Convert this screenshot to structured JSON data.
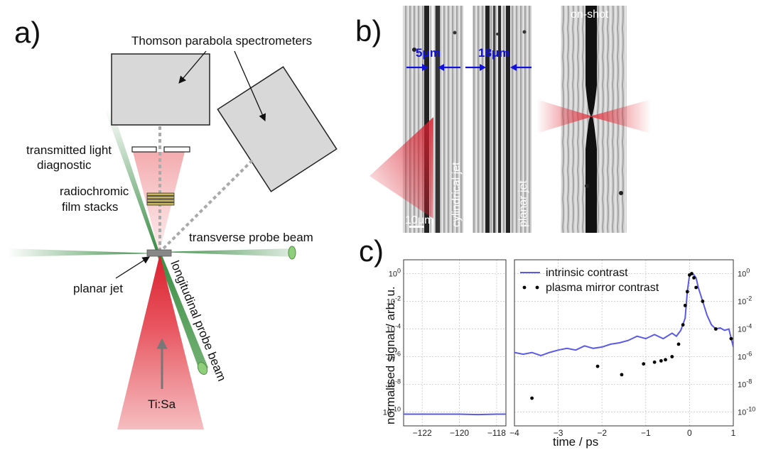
{
  "panel_a": {
    "label": "a)",
    "spectrometers": "Thomson parabola spectrometers",
    "transmitted_1": "transmitted light",
    "transmitted_2": "diagnostic",
    "radiochromic_1": "radiochromic",
    "radiochromic_2": "film stacks",
    "transverse": "transverse probe beam",
    "longitudinal": "longitudinal probe beam",
    "planar_jet": "planar jet",
    "laser": "Ti:Sa"
  },
  "panel_b": {
    "label": "b)",
    "width_cyl": "5μm",
    "width_planar": "18μm",
    "on_shot": "on-shot",
    "cylindrical_jet": "cylindrical jet",
    "planar_jet": "planar jet",
    "scale_bar": "10μm"
  },
  "panel_c": {
    "label": "c)",
    "ylabel": "normalised signal / arb. u.",
    "xlabel": "time / ps",
    "legend_intrinsic": "intrinsic contrast",
    "legend_plasma": "plasma mirror contrast",
    "left_xticks": [
      "−122",
      "−120",
      "−118"
    ],
    "right_xticks": [
      "−4",
      "−3",
      "−2",
      "−1",
      "0",
      "1"
    ],
    "yticks": [
      {
        "base": "10",
        "exp": "0"
      },
      {
        "base": "10",
        "exp": "-2"
      },
      {
        "base": "10",
        "exp": "-4"
      },
      {
        "base": "10",
        "exp": "-6"
      },
      {
        "base": "10",
        "exp": "-8"
      },
      {
        "base": "10",
        "exp": "-10"
      }
    ]
  },
  "chart_data": {
    "type": "line",
    "xlabel": "time / ps",
    "ylabel": "normalised signal / arb. u.",
    "y_scale": "log",
    "ylim": [
      1e-11,
      10
    ],
    "grid": true,
    "legend_placement": "top-left of right axes",
    "left_axes_xlim": [
      -123,
      -117.5
    ],
    "right_axes_xlim": [
      -4,
      1
    ],
    "series": [
      {
        "name": "intrinsic contrast",
        "color": "#5a5ae6",
        "segments": [
          {
            "x": [
              -123,
              -122,
              -121,
              -120,
              -119,
              -118,
              -117.5
            ],
            "y": [
              7e-11,
              7e-11,
              7e-11,
              7e-11,
              6.5e-11,
              7e-11,
              7e-11
            ]
          },
          {
            "x": [
              -4,
              -3.8,
              -3.6,
              -3.4,
              -3.2,
              -3,
              -2.8,
              -2.6,
              -2.4,
              -2.2,
              -2,
              -1.8,
              -1.6,
              -1.4,
              -1.2,
              -1,
              -0.8,
              -0.6,
              -0.4,
              -0.3,
              -0.2,
              -0.1,
              -0.05,
              0,
              0.05,
              0.1,
              0.15,
              0.2,
              0.3,
              0.4,
              0.5,
              0.6,
              0.7,
              0.8,
              0.9,
              1
            ],
            "y": [
              2e-06,
              1.5e-06,
              2e-06,
              1.2e-06,
              2e-06,
              3e-06,
              4e-06,
              3e-06,
              6e-06,
              4e-06,
              5e-06,
              8e-06,
              1e-05,
              1.5e-05,
              3e-05,
              2e-05,
              4e-05,
              2e-05,
              5e-05,
              3e-05,
              8e-05,
              0.0006,
              0.05,
              0.8,
              1.0,
              0.8,
              0.5,
              0.1,
              0.01,
              0.001,
              0.0002,
              0.0001,
              0.00012,
              8e-05,
              0.0001,
              5e-06
            ]
          }
        ]
      },
      {
        "name": "plasma mirror contrast",
        "color": "#000000",
        "x": [
          -3.6,
          -2.1,
          -1.55,
          -1.05,
          -0.8,
          -0.65,
          -0.55,
          -0.4,
          -0.25,
          -0.15,
          -0.1,
          -0.05,
          0,
          0.05,
          0.1,
          0.15,
          0.3,
          0.6,
          0.95
        ],
        "y": [
          1e-09,
          2e-07,
          5e-08,
          3e-07,
          4e-07,
          5e-07,
          6e-07,
          1e-06,
          8e-06,
          0.0002,
          0.005,
          0.05,
          0.8,
          1.0,
          0.5,
          0.1,
          0.01,
          0.0001,
          2e-05
        ]
      }
    ]
  }
}
